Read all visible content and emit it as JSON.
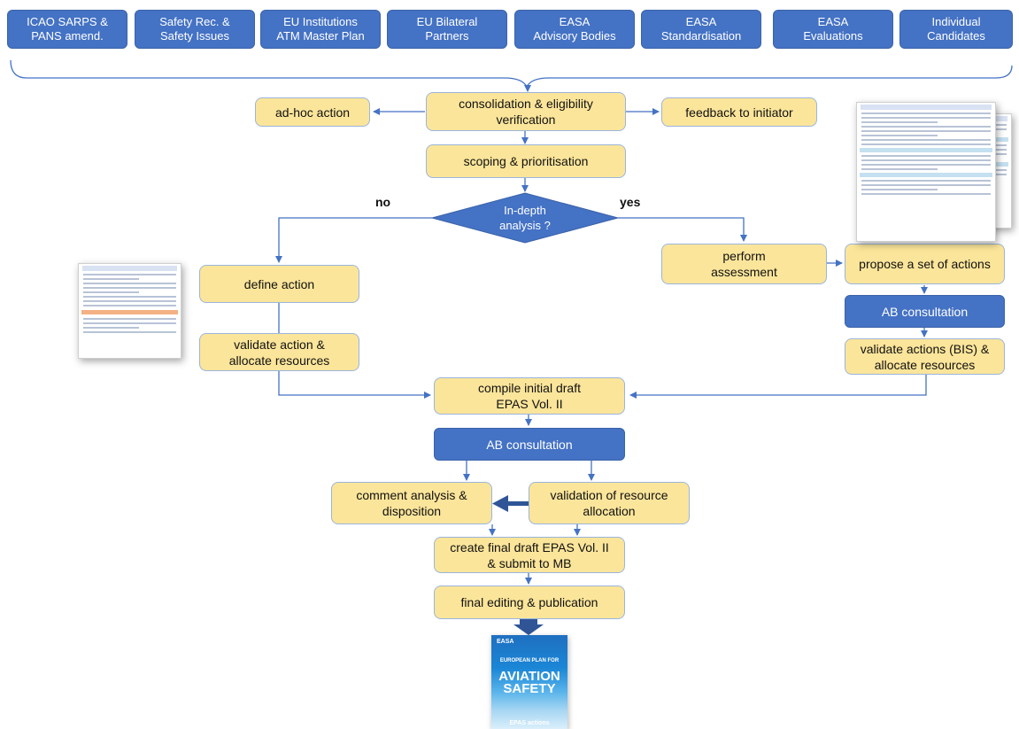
{
  "sources": [
    {
      "line1": "ICAO SARPS &",
      "line2": "PANS amend."
    },
    {
      "line1": "Safety Rec. &",
      "line2": "Safety Issues"
    },
    {
      "line1": "EU Institutions",
      "line2": "ATM Master Plan"
    },
    {
      "line1": "EU Bilateral",
      "line2": "Partners"
    },
    {
      "line1": "EASA",
      "line2": "Advisory Bodies"
    },
    {
      "line1": "EASA",
      "line2": "Standardisation"
    },
    {
      "line1": "EASA",
      "line2": "Evaluations"
    },
    {
      "line1": "Individual",
      "line2": "Candidates"
    }
  ],
  "process": {
    "adhoc": "ad-hoc action",
    "consolidation_l1": "consolidation & eligibility",
    "consolidation_l2": "verification",
    "feedback": "feedback to initiator",
    "scoping": "scoping & prioritisation",
    "decision_l1": "In-depth",
    "decision_l2": "analysis ?",
    "no_label": "no",
    "yes_label": "yes",
    "define_action": "define action",
    "validate_action_l1": "validate action &",
    "validate_action_l2": "allocate resources",
    "perform_l1": "perform",
    "perform_l2": "assessment",
    "propose": "propose a set of actions",
    "ab_consult_right": "AB consultation",
    "validate_bis_l1": "validate actions (BIS) &",
    "validate_bis_l2": "allocate resources",
    "compile_l1": "compile initial draft",
    "compile_l2": "EPAS Vol. II",
    "ab_consult_center": "AB consultation",
    "comment_l1": "comment analysis &",
    "comment_l2": "disposition",
    "validation_res_l1": "validation of resource",
    "validation_res_l2": "allocation",
    "create_final_l1": "create final draft EPAS Vol. II",
    "create_final_l2": "& submit to MB",
    "final_edit": "final editing & publication"
  },
  "cover": {
    "logo": "EASA",
    "title_top": "EUROPEAN PLAN FOR",
    "title_main_1": "AVIATION",
    "title_main_2": "SAFETY",
    "subtitle": "EPAS actions"
  },
  "colors": {
    "blue_box": "#4472c4",
    "yellow_box": "#fbe59a",
    "connector": "#4472c4",
    "arrow_big": "#2f5597"
  }
}
